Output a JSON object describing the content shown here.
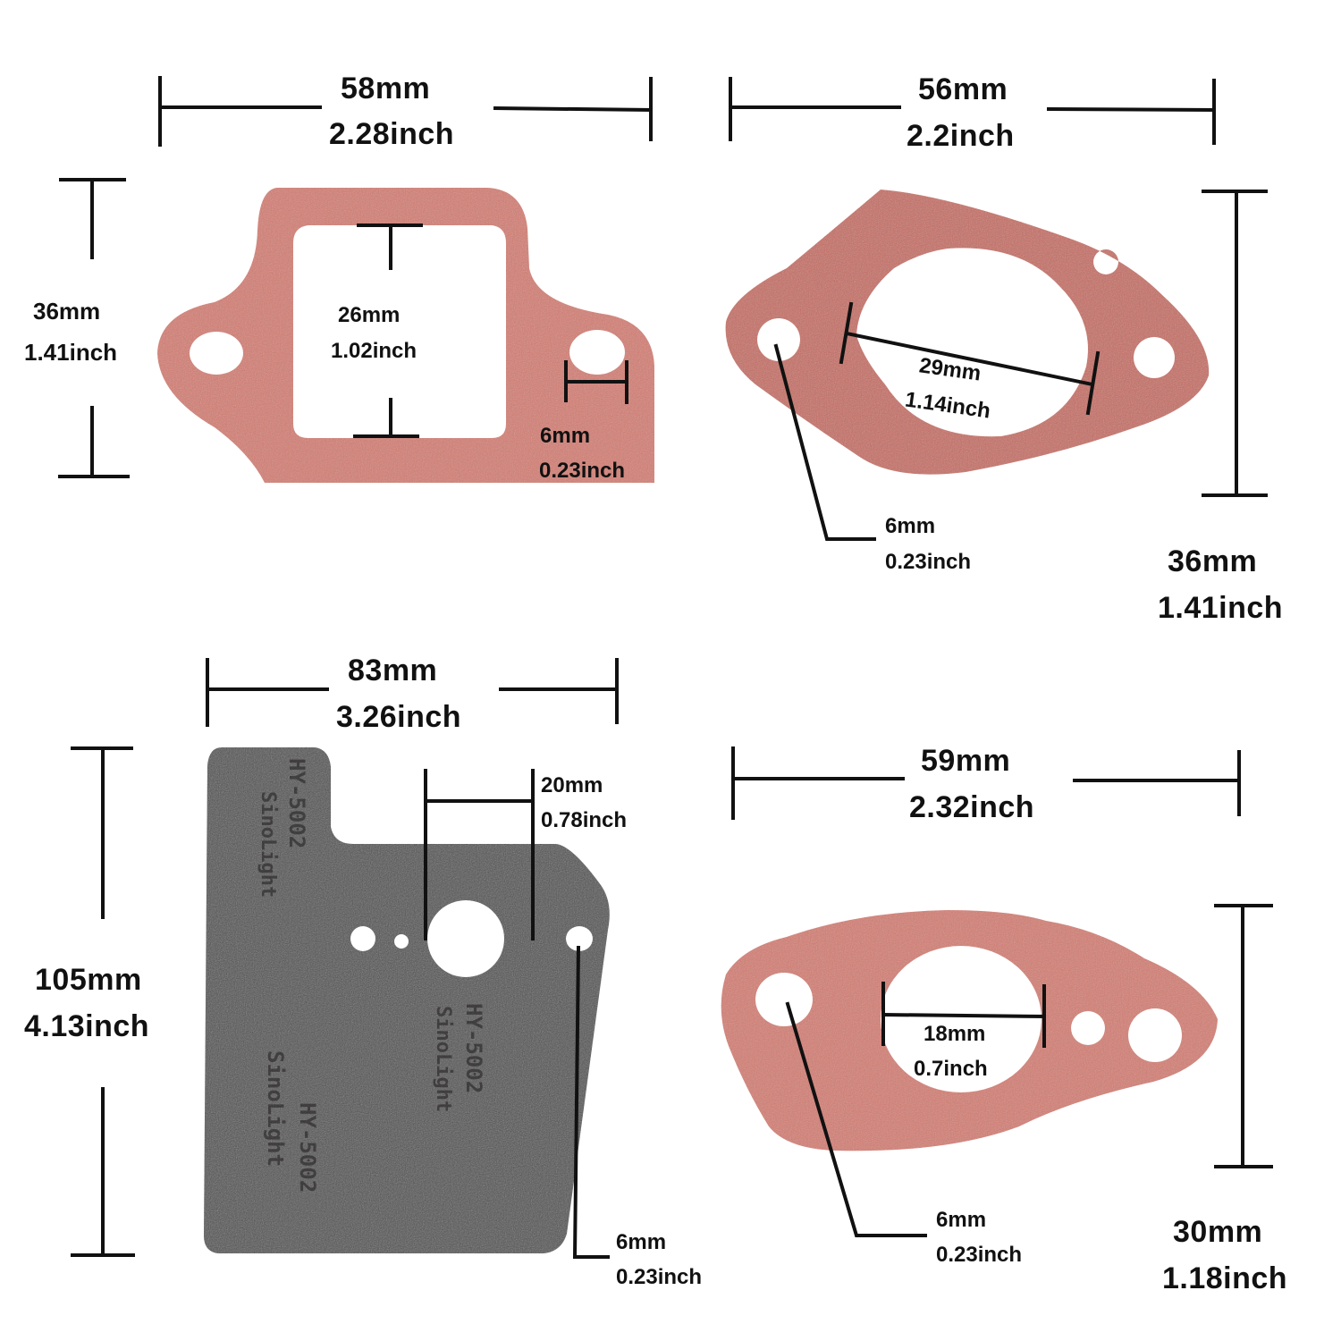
{
  "colors": {
    "fiber_gasket": "#d47a6e",
    "fiber_gasket_dark": "#c66a5f",
    "rubber_gasket": "#4f4f4f",
    "dimension_line": "#111111",
    "background": "#ffffff"
  },
  "gaskets": [
    {
      "id": "top-left",
      "type": "rectangular-port fiber gasket",
      "width": {
        "mm": "58mm",
        "inch": "2.28inch"
      },
      "height": {
        "mm": "36mm",
        "inch": "1.41inch"
      },
      "opening": {
        "mm": "26mm",
        "inch": "1.02inch"
      },
      "hole": {
        "mm": "6mm",
        "inch": "0.23inch"
      }
    },
    {
      "id": "top-right",
      "type": "diamond fiber gasket",
      "width": {
        "mm": "56mm",
        "inch": "2.2inch"
      },
      "height": {
        "mm": "36mm",
        "inch": "1.41inch"
      },
      "opening": {
        "mm": "29mm",
        "inch": "1.14inch"
      },
      "hole": {
        "mm": "6mm",
        "inch": "0.23inch"
      }
    },
    {
      "id": "bottom-left",
      "type": "rubber plate gasket",
      "width": {
        "mm": "83mm",
        "inch": "3.26inch"
      },
      "height": {
        "mm": "105mm",
        "inch": "4.13inch"
      },
      "opening": {
        "mm": "20mm",
        "inch": "0.78inch"
      },
      "hole": {
        "mm": "6mm",
        "inch": "0.23inch"
      },
      "stamps": [
        "HY-5002",
        "SinoLight",
        "HY-5002",
        "SinoLight"
      ]
    },
    {
      "id": "bottom-right",
      "type": "oval fiber gasket",
      "width": {
        "mm": "59mm",
        "inch": "2.32inch"
      },
      "height": {
        "mm": "30mm",
        "inch": "1.18inch"
      },
      "opening": {
        "mm": "18mm",
        "inch": "0.7inch"
      },
      "hole": {
        "mm": "6mm",
        "inch": "0.23inch"
      }
    }
  ]
}
